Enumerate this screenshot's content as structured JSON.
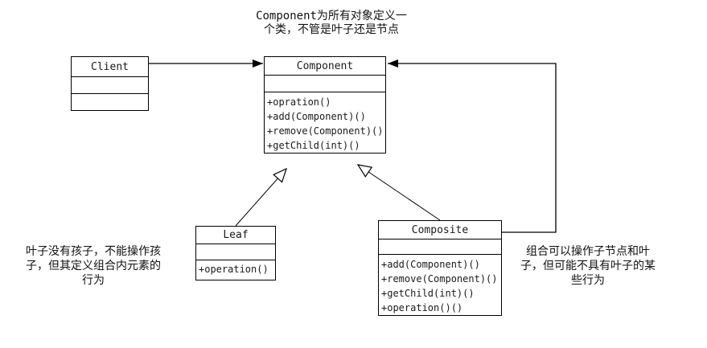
{
  "annotations": {
    "top": "Component为所有对象定义一\n个类，不管是叶子还是节点",
    "leaf_note": "叶子没有孩子，不能操作孩\n子，但其定义组合内元素的\n行为",
    "composite_note": "组合可以操作子节点和叶\n子，但可能不具有叶子的某\n些行为"
  },
  "classes": {
    "client": {
      "name": "Client",
      "attributes": [],
      "methods": []
    },
    "component": {
      "name": "Component",
      "attributes": [],
      "methods": [
        "+opration()",
        "+add(Component)()",
        "+remove(Component)()",
        "+getChild(int)()"
      ]
    },
    "leaf": {
      "name": "Leaf",
      "attributes": [],
      "methods": [
        "+operation()"
      ]
    },
    "composite": {
      "name": "Composite",
      "attributes": [],
      "methods": [
        "+add(Component)()",
        "+remove(Component)()",
        "+getChild(int)()",
        "+operation()()"
      ]
    }
  },
  "relationships": [
    {
      "from": "Client",
      "to": "Component",
      "type": "association",
      "arrow": "filled"
    },
    {
      "from": "Leaf",
      "to": "Component",
      "type": "generalization",
      "arrow": "hollow-triangle"
    },
    {
      "from": "Composite",
      "to": "Component",
      "type": "generalization",
      "arrow": "hollow-triangle"
    },
    {
      "from": "Composite",
      "to": "Component",
      "type": "association",
      "arrow": "filled",
      "route": "right-side"
    }
  ],
  "colors": {
    "line": "#000000",
    "text": "#1a1a1a",
    "background": "#ffffff"
  }
}
